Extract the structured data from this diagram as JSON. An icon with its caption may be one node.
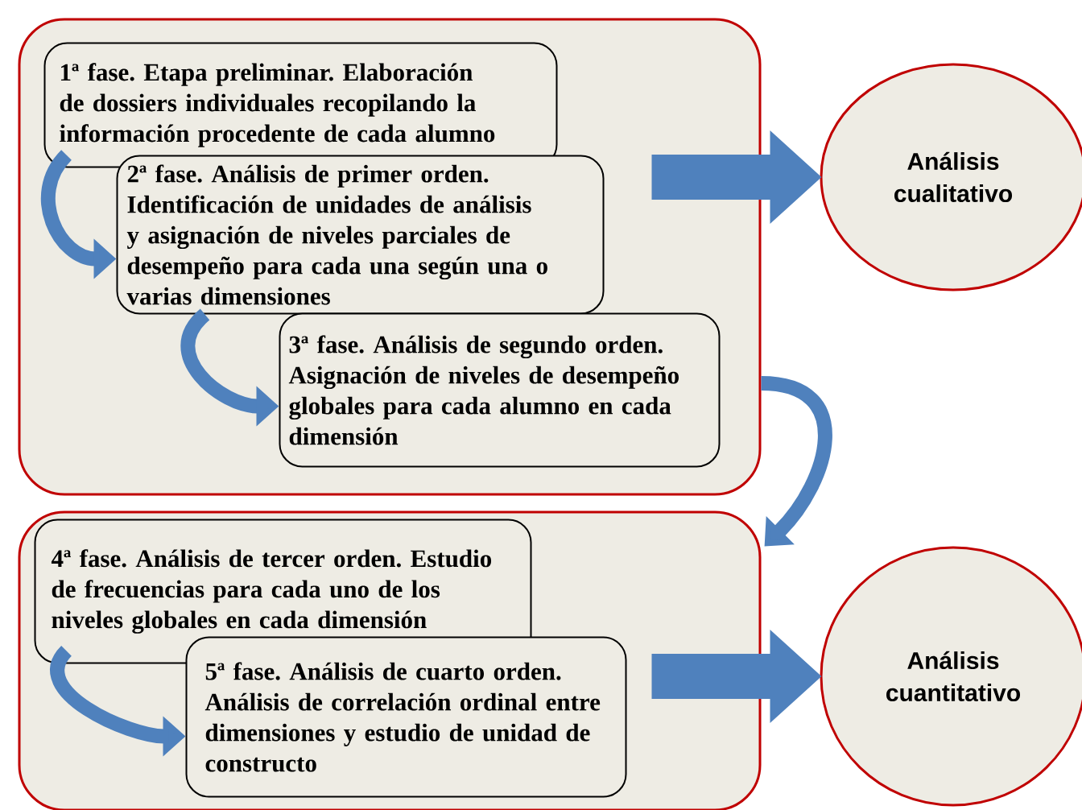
{
  "diagram": {
    "nodes": [
      {
        "text": [],
        "shape": "box"
      },
      {
        "text": [
          "1ª fase. Etapa preliminar. Elaboración de dossiers individuales recopilando la información procedente de cada alumno"
        ],
        "in": 0
      },
      {
        "text": [
          "2ª fase. Análisis de primer orden. Identificación de unidades de análisis y asignación de niveles parciales de desempeño para cada una según una o varias dimensiones"
        ],
        "in": 0
      },
      {
        "text": [
          "3ª fase. Análisis de segundo orden. Asignación de niveles de desempeño globales para cada alumno en cada dimensión"
        ],
        "in": 0
      },
      {
        "text": [
          "Análisis cualitativo"
        ]
      },
      {
        "text": [],
        "shape": "box"
      },
      {
        "text": [
          "4ª fase. Análisis de tercer orden. Estudio de frecuencias para cada uno de los niveles globales en cada dimensión"
        ],
        "in": 5
      },
      {
        "text": [
          "5ª fase. Análisis de cuarto orden. Análisis de correlación ordinal entre dimensiones y estudio de unidad de constructo"
        ],
        "in": 5
      },
      {
        "text": [
          "Análisis cuantitativo"
        ]
      }
    ],
    "edges": [
      {
        "from": 1,
        "to": 2,
        "arrow": "to"
      },
      {
        "from": 2,
        "to": 3,
        "arrow": "to"
      },
      {
        "from": 0,
        "to": 4,
        "arrow": "to",
        "style": "thick"
      },
      {
        "from": 0,
        "to": 5,
        "arrow": "to"
      },
      {
        "from": 6,
        "to": 7,
        "arrow": "to"
      },
      {
        "from": 5,
        "to": 8,
        "arrow": "to",
        "style": "thick"
      }
    ]
  }
}
